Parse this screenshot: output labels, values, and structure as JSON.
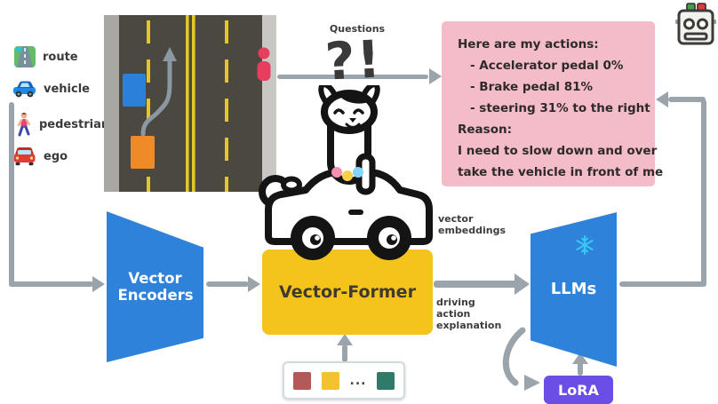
{
  "left_inputs": {
    "items": [
      {
        "icon": "motorway-icon",
        "label": "route"
      },
      {
        "icon": "vehicle-icon",
        "label": "vehicle"
      },
      {
        "icon": "pedestrian-icon",
        "label": "pedestrian"
      },
      {
        "icon": "ego-car-icon",
        "label": "ego"
      }
    ]
  },
  "prompt": {
    "label": "Questions",
    "glyph": "?!"
  },
  "answer": {
    "bg": "#f3bcc8",
    "text_color": "#2e2a2c",
    "lines": [
      {
        "text": "Here are my actions:"
      },
      {
        "text": "- Accelerator pedal 0%"
      },
      {
        "text": "- Brake pedal 81%"
      },
      {
        "text": "- steering 31% to the right"
      },
      {
        "text": "Reason:"
      },
      {
        "text": "I need to slow down and over"
      },
      {
        "text": "take the vehicle in front of me"
      }
    ]
  },
  "pipeline": {
    "vector_encoders": {
      "label": "Vector Encoders",
      "color": "#2e82da"
    },
    "vector_former": {
      "label": "Vector-Former",
      "color": "#f4c41d"
    },
    "llms": {
      "label": "LLMs",
      "color": "#2e82da",
      "frozen_icon": "snowflake-icon",
      "snowflake_color": "#38c9f3"
    },
    "lora": {
      "label": "LoRA",
      "color": "#6b4ee6"
    },
    "latent_queries": {
      "token_colors": [
        "#b25a5a",
        "#f2c231",
        "#2f7a68"
      ],
      "ellipsis": "..."
    }
  },
  "arrow_labels": {
    "former_to_llms_top": [
      "vector",
      "embeddings"
    ],
    "former_to_llms_bottom": [
      "driving",
      "action",
      "explanation"
    ]
  },
  "colors": {
    "arrow": "#9ba3ab",
    "road": "#4a4840",
    "sidewalk": "#c9c7c3",
    "lane_paint": "#e3c728",
    "agent_vehicle": "#2b80d9",
    "ego_vehicle": "#ee8a28",
    "pedestrian": "#e63e5c"
  }
}
